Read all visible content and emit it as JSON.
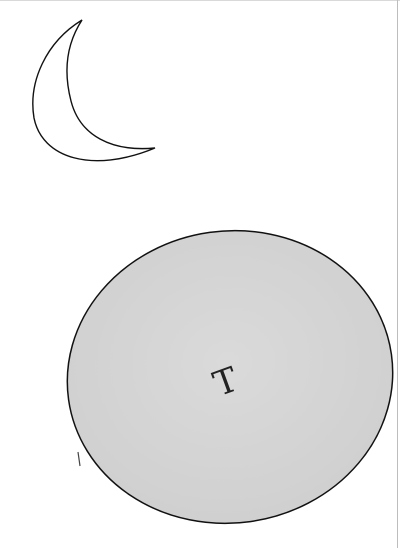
{
  "figure": {
    "shapes": [
      {
        "type": "crescent",
        "name": "crescent-shape",
        "fill": "#ffffff",
        "stroke": "#111111"
      },
      {
        "type": "ellipse",
        "name": "ellipse-shape",
        "fill": "#d8d8d8",
        "stroke": "#111111",
        "label": "T"
      }
    ]
  }
}
